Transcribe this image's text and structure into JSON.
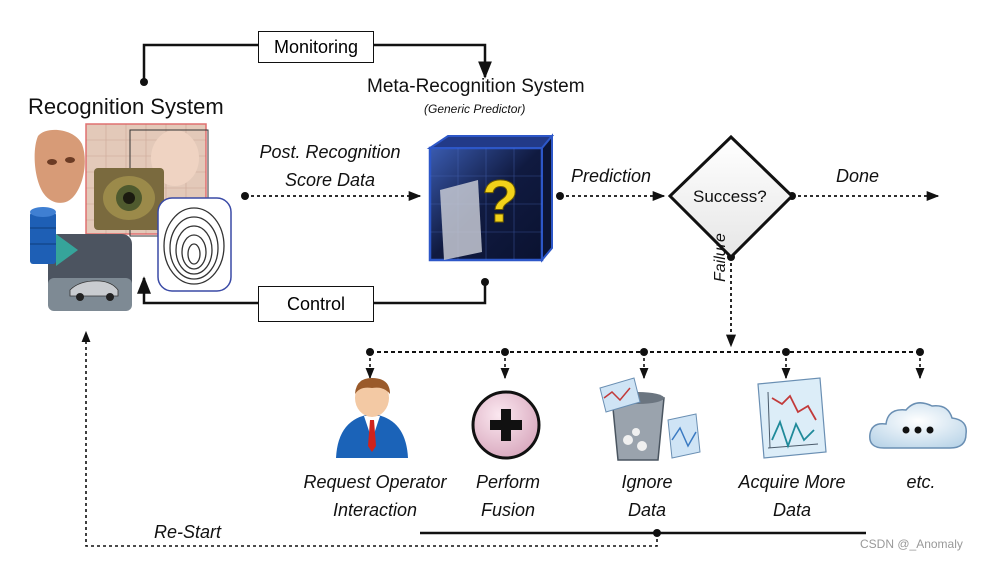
{
  "recognition_system": {
    "title": "Recognition System"
  },
  "monitoring": {
    "label": "Monitoring"
  },
  "control": {
    "label": "Control"
  },
  "meta_system": {
    "title": "Meta-Recognition System",
    "subtitle": "(Generic Predictor)",
    "symbol": "?"
  },
  "flows": {
    "post_recognition_line1": "Post. Recognition",
    "post_recognition_line2": "Score Data",
    "prediction": "Prediction",
    "done": "Done",
    "failure": "Failure",
    "restart": "Re-Start"
  },
  "decision": {
    "label": "Success?"
  },
  "actions": [
    {
      "line1": "Request Operator",
      "line2": "Interaction"
    },
    {
      "line1": "Perform",
      "line2": "Fusion"
    },
    {
      "line1": "Ignore",
      "line2": "Data"
    },
    {
      "line1": "Acquire More",
      "line2": "Data"
    },
    {
      "line1": "etc.",
      "line2": ""
    }
  ],
  "watermark": "CSDN @_Anomaly",
  "colors": {
    "cube": "#1a2f7a",
    "question": "#f2d21a",
    "fusion_circle": "#e9c4d3",
    "person_tie": "#d0231c"
  }
}
